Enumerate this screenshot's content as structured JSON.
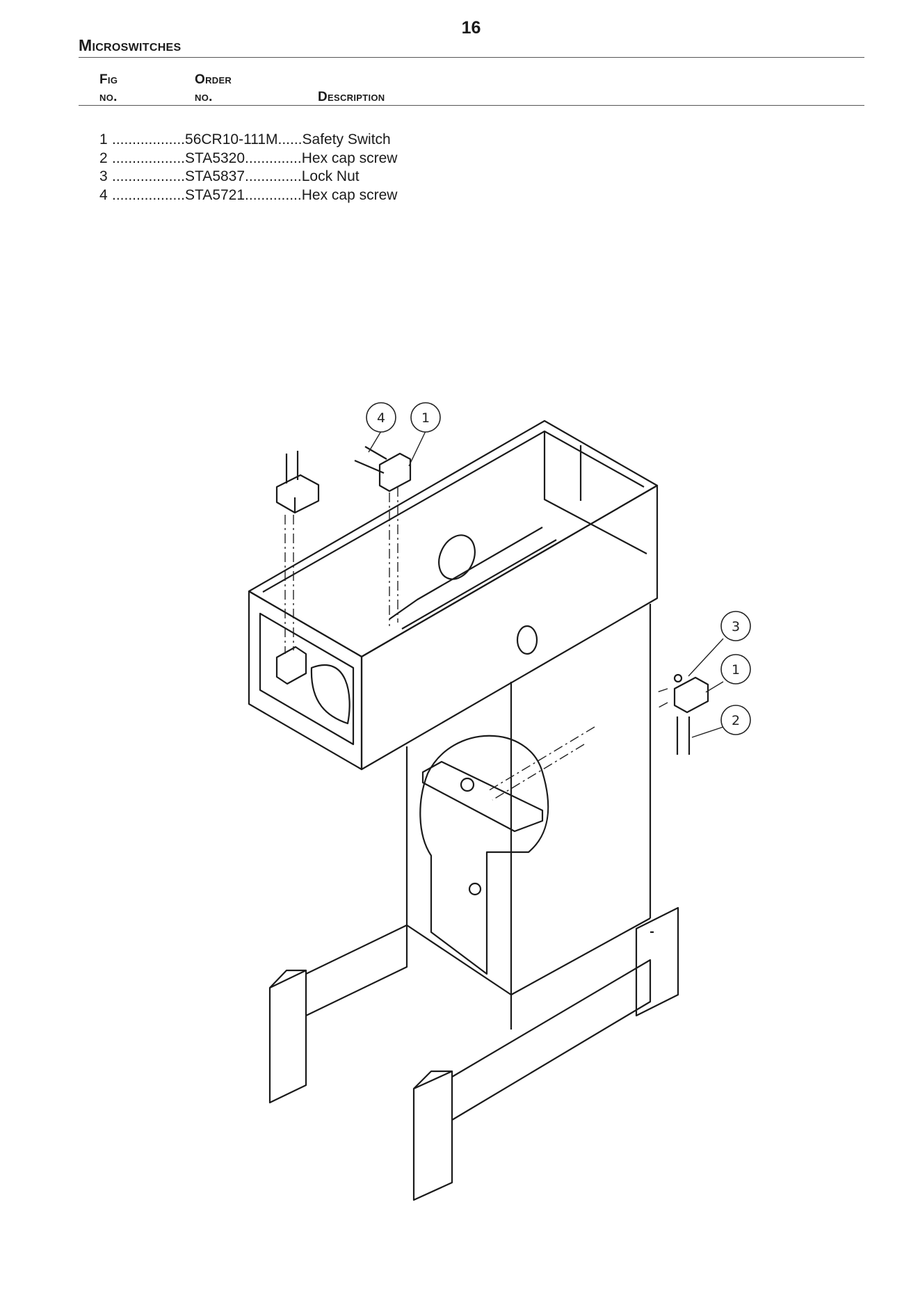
{
  "page_number": "16",
  "section_title": "Microswitches",
  "columns": {
    "fig_line1": "Fig",
    "fig_line2": "no.",
    "order_line1": "Order",
    "order_line2": "no.",
    "description": "Description"
  },
  "parts": [
    {
      "fig": "1",
      "leader1": " ..................",
      "order": " 56CR10-111M",
      "leader2": " ......",
      "description": "Safety Switch"
    },
    {
      "fig": "2",
      "leader1": " ..................",
      "order": " STA5320",
      "leader2": " ..............",
      "description": "Hex cap screw"
    },
    {
      "fig": "3",
      "leader1": " ..................",
      "order": " STA5837",
      "leader2": " ..............",
      "description": "Lock Nut"
    },
    {
      "fig": "4",
      "leader1": " ..................",
      "order": " STA5721",
      "leader2": " ..............",
      "description": "Hex cap screw"
    }
  ],
  "callouts": [
    "4",
    "1",
    "3",
    "1",
    "2"
  ]
}
